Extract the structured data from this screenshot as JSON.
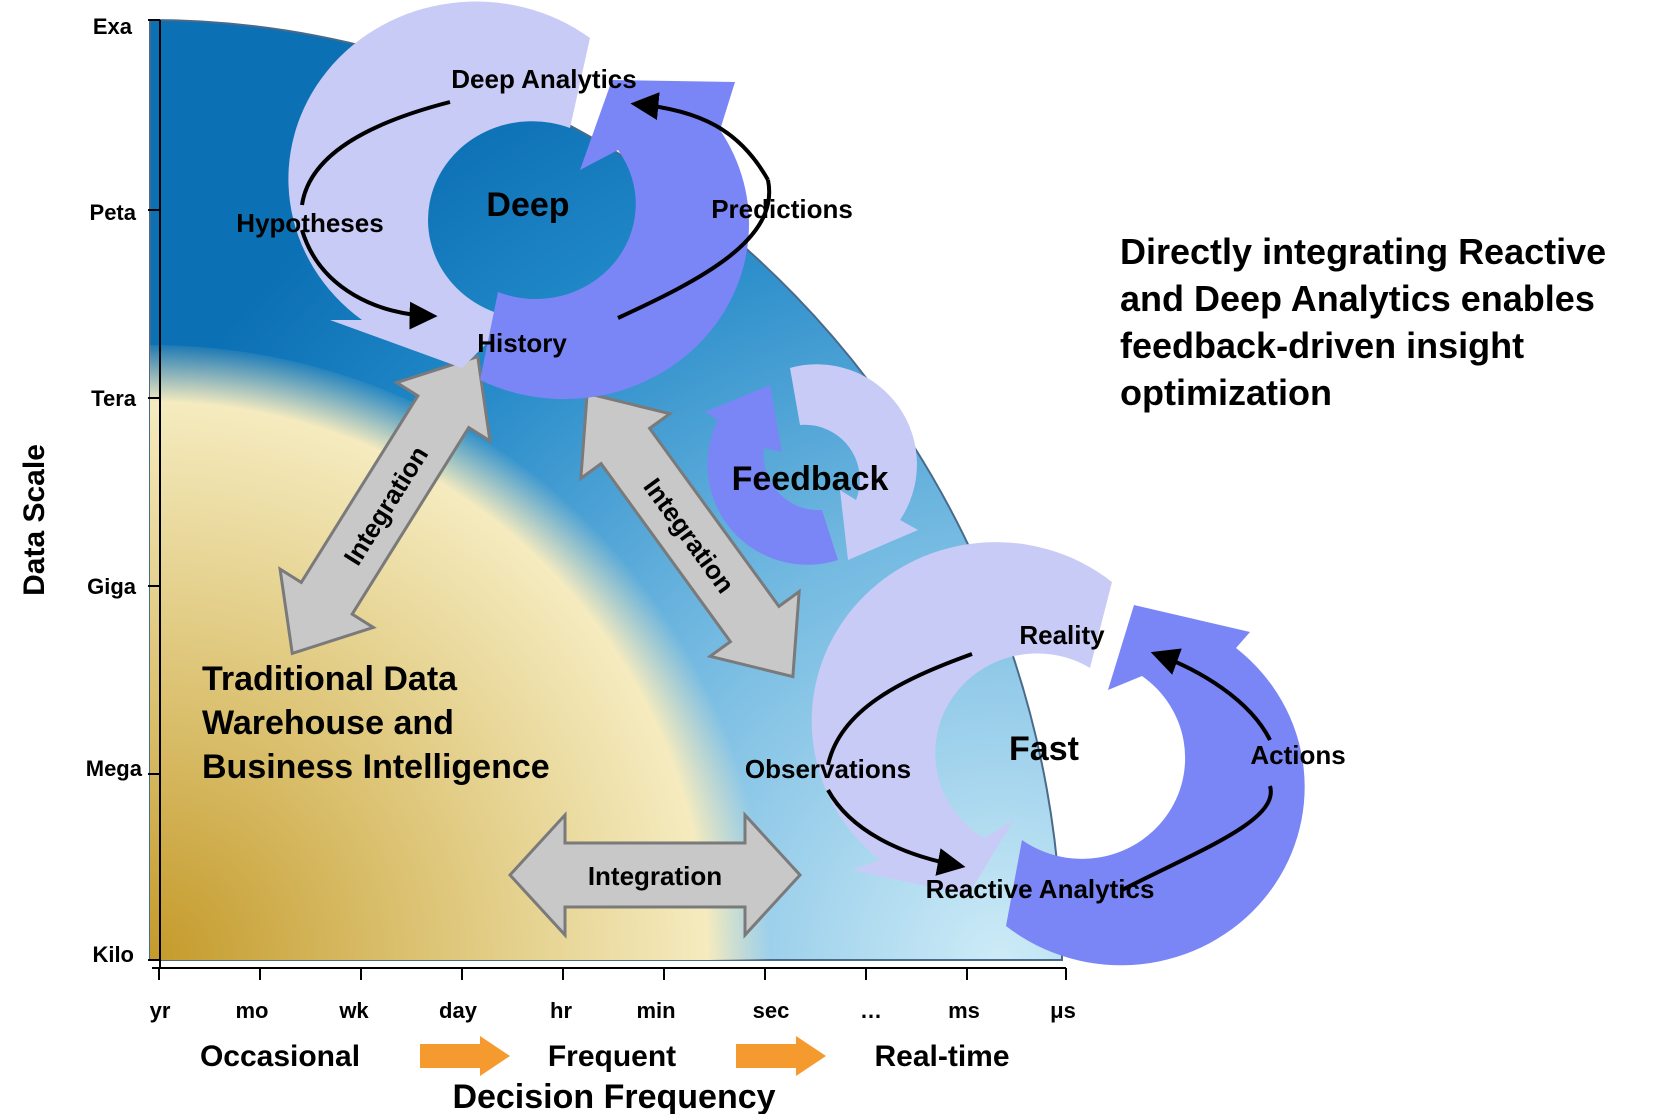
{
  "y_axis": {
    "title": "Data Scale",
    "ticks": [
      "Exa",
      "Peta",
      "Tera",
      "Giga",
      "Mega",
      "Kilo"
    ]
  },
  "x_axis": {
    "title": "Decision Frequency",
    "ticks": [
      "yr",
      "mo",
      "wk",
      "day",
      "hr",
      "min",
      "sec",
      "…",
      "ms",
      "μs"
    ],
    "stages": [
      "Occasional",
      "Frequent",
      "Real-time"
    ],
    "arrow_color": "#F59A2F"
  },
  "regions": {
    "warehouse": {
      "label_lines": [
        "Traditional Data",
        "Warehouse and",
        "Business Intelligence"
      ],
      "color": "#E8D48A"
    },
    "sphere": {
      "color": "#2E86C1"
    }
  },
  "deep_cycle": {
    "center": "Deep",
    "top": "Deep Analytics",
    "left": "Hypotheses",
    "right": "Predictions",
    "bottom": "History"
  },
  "feedback_cycle": {
    "center": "Feedback"
  },
  "fast_cycle": {
    "center": "Fast",
    "top": "Reality",
    "left": "Observations",
    "right": "Actions",
    "bottom": "Reactive Analytics"
  },
  "integration_arrows": [
    "Integration",
    "Integration",
    "Integration"
  ],
  "side_note": "Directly integrating Reactive and Deep Analytics enables feedback-driven insight optimization",
  "colors": {
    "light_arrow": "#C9CBF7",
    "dark_arrow": "#7A86F5",
    "gray_arrow": "#C8C8C8"
  }
}
